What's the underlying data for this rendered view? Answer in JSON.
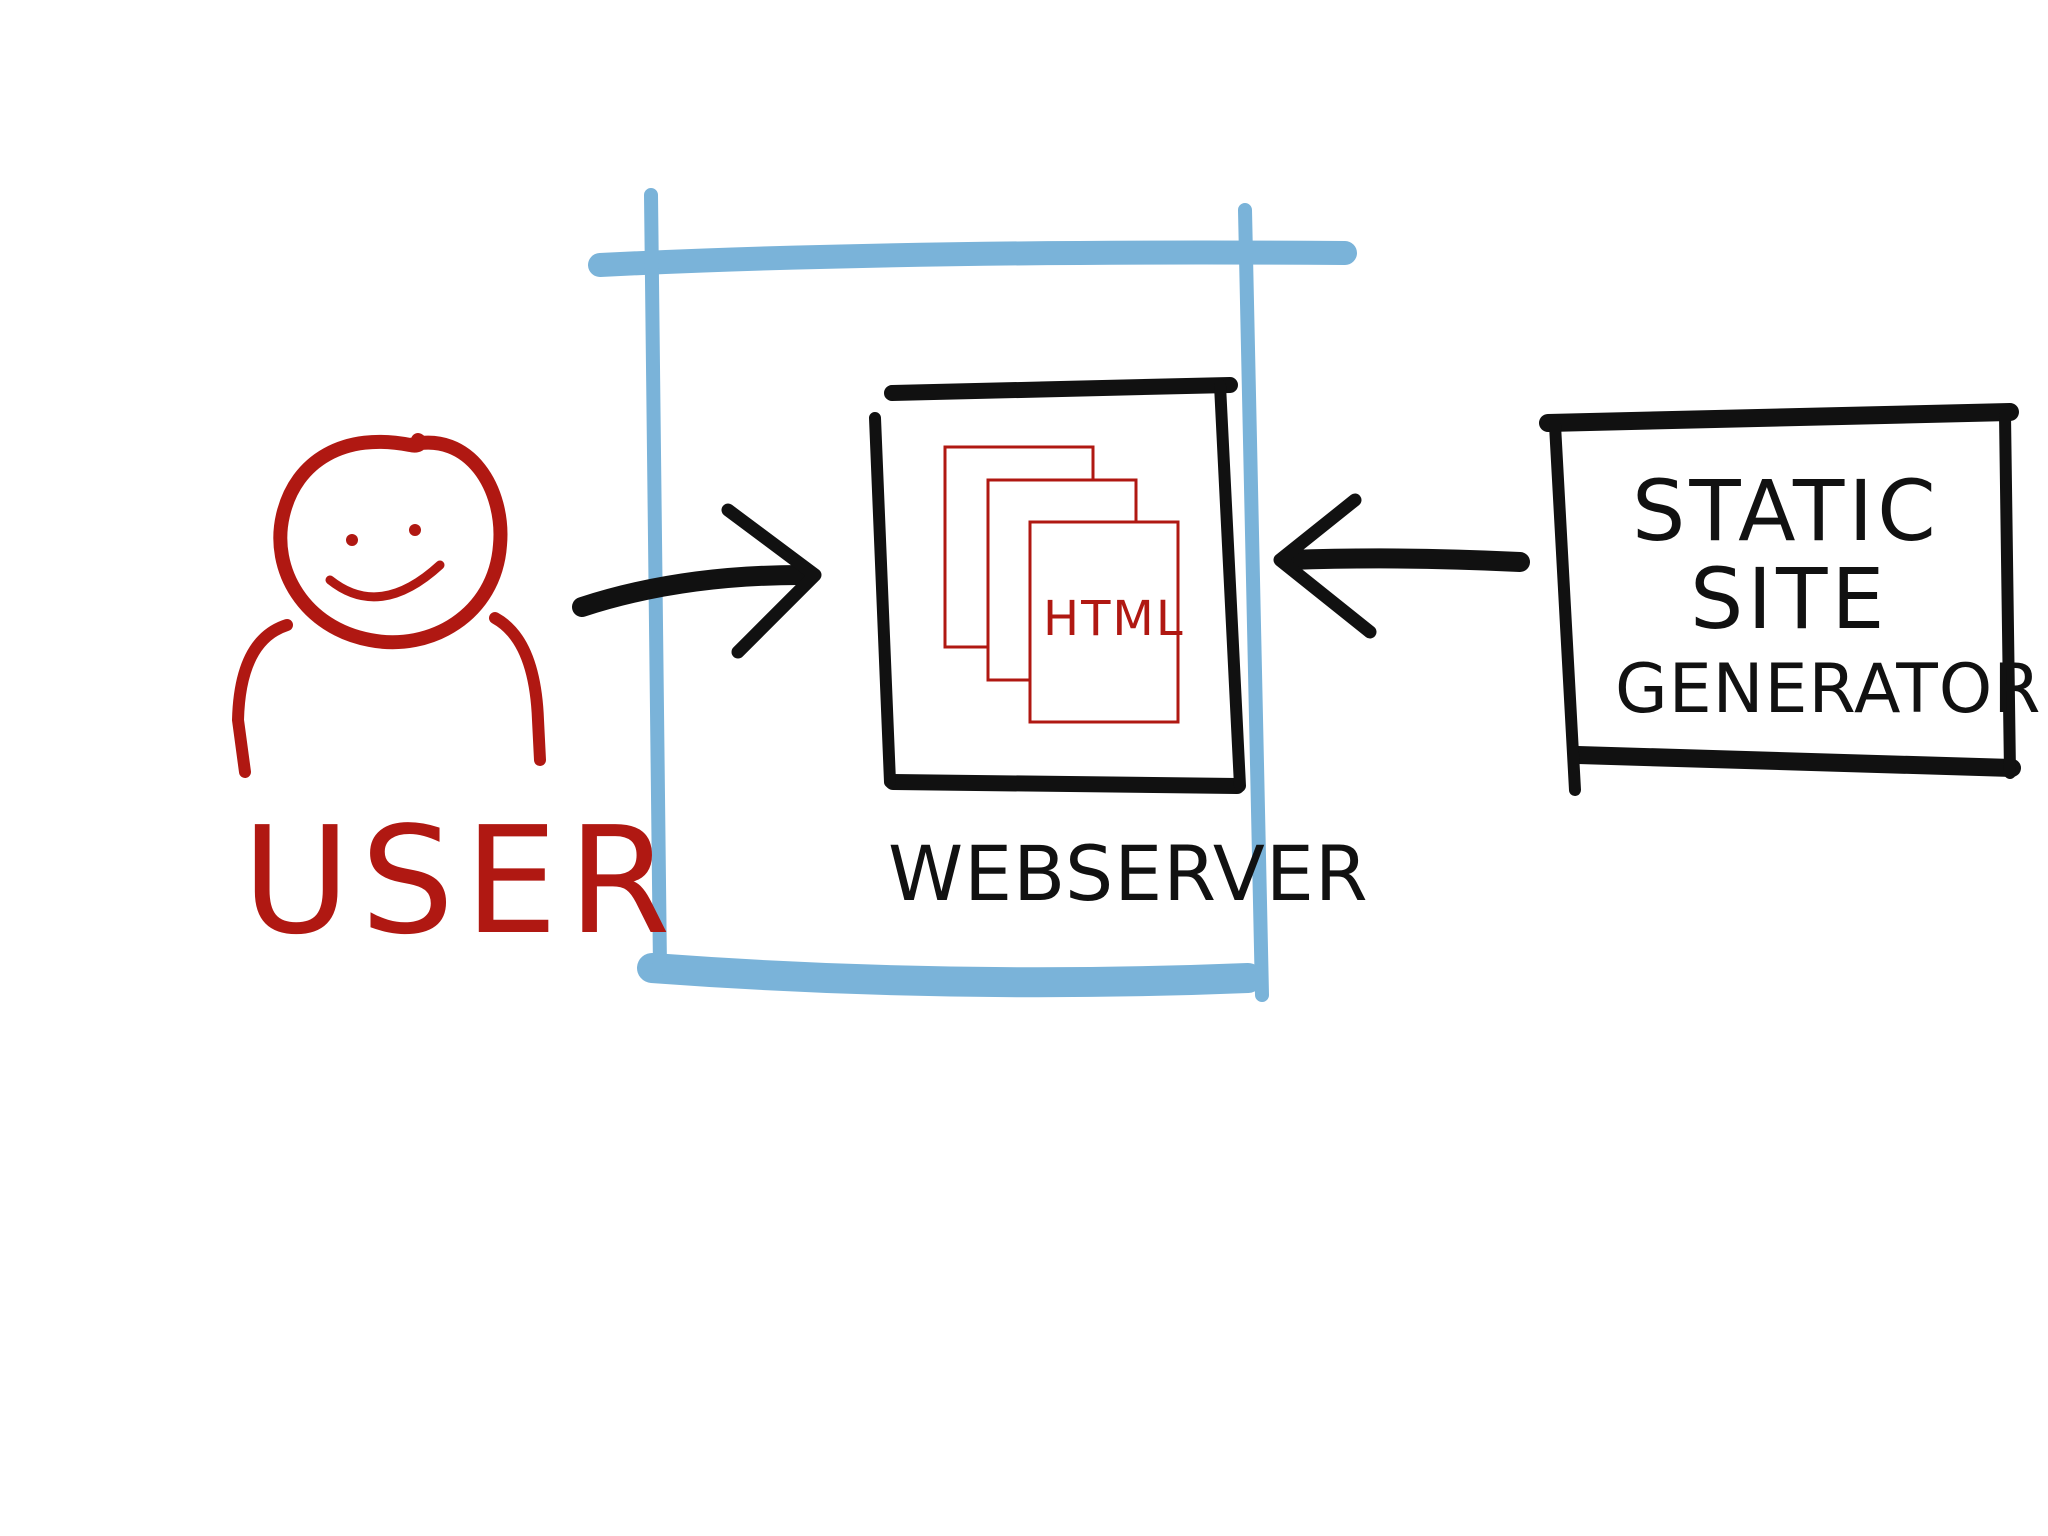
{
  "colors": {
    "background": "#ffffff",
    "user_red": "#b01812",
    "ink_black": "#111111",
    "frame_blue": "#7ab3d9"
  },
  "user": {
    "label": "USER"
  },
  "webserver": {
    "label": "WEBSERVER",
    "file_label": "HTML"
  },
  "generator": {
    "line1": "STATIC",
    "line2": "SITE",
    "line3": "GENERATOR"
  }
}
